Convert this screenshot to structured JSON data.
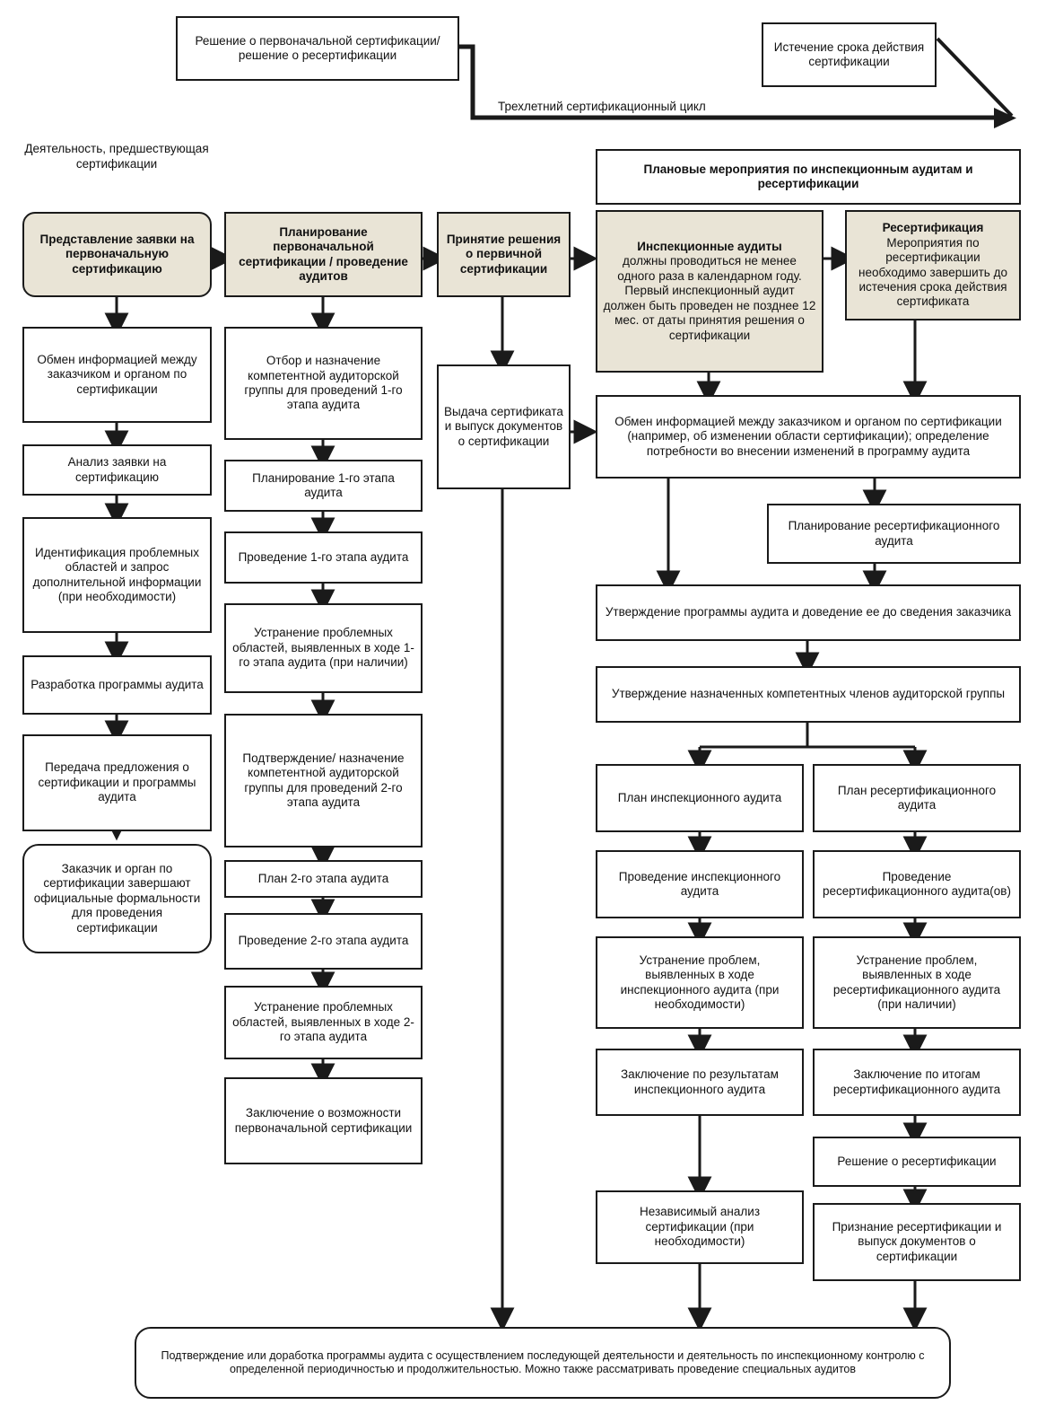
{
  "diagram": {
    "title_top_left": "Решение о первоначальной сертификации/ решение о ресертификации",
    "title_top_right": "Истечение срока действия сертификации",
    "cycle_label": "Трехлетний сертификационный цикл",
    "precert_label": "Деятельность, предшествующая сертификации"
  },
  "stages": {
    "stage1": "Представление заявки на первоначальную сертификацию",
    "stage2": "Планирование первоначальной сертификации / проведение аудитов",
    "stage3": "Принятие решения о первичной сертификации",
    "right_header": "Плановые мероприятия по инспекционным аудитам и ресертификации"
  },
  "right_panels": {
    "surveillance_title": "Инспекционные аудиты",
    "surveillance_body": "должны проводиться не менее одного раза в календарном году. Первый инспекционный аудит должен быть проведен не позднее 12 мес. от даты принятия решения о сертификации",
    "recert_title": "Ресертификация",
    "recert_body": "Мероприятия по ресертификации необходимо завершить до истечения срока действия сертификата"
  },
  "col1": [
    "Обмен информацией между заказчиком и органом по сертификации",
    "Анализ заявки на сертификацию",
    "Идентификация проблемных областей и запрос дополнительной информации (при необходимости)",
    "Разработка программы аудита",
    "Передача предложения о сертификации и программы аудита",
    "Заказчик и орган по сертификации завершают официальные формальности для проведения сертификации"
  ],
  "col2": [
    "Отбор и назначение компетентной аудиторской группы для проведений 1-го этапа аудита",
    "Планирование 1-го этапа аудита",
    "Проведение 1-го этапа аудита",
    "Устранение проблемных областей, выявленных в ходе 1-го этапа аудита (при наличии)",
    "Подтверждение/ назначение компетентной аудиторской группы для проведений 2-го этапа аудита",
    "План 2-го этапа аудита",
    "Проведение 2-го этапа аудита",
    "Устранение проблемных областей, выявленных в ходе 2-го этапа аудита",
    "Заключение о возможности первоначальной сертификации"
  ],
  "col3": [
    "Выдача сертификата и выпуск документов о сертификации"
  ],
  "right_flow": {
    "exchange": "Обмен информацией между заказчиком и органом по сертификации (например, об изменении области сертификации); определение потребности во внесении изменений в программу аудита",
    "recert_planning": "Планирование ресертификационного аудита",
    "approve_program": "Утверждение программы аудита и доведение ее до сведения заказчика",
    "approve_team": "Утверждение назначенных компетентных членов аудиторской группы"
  },
  "surveillance_col": [
    "План инспекционного аудита",
    "Проведение инспекционного аудита",
    "Устранение проблем, выявленных в ходе инспекционного аудита (при необходимости)",
    "Заключение по результатам инспекционного аудита",
    "Независимый анализ сертификации (при необходимости)"
  ],
  "recert_col": [
    "План ресертификационного аудита",
    "Проведение ресертификационного аудита(ов)",
    "Устранение проблем, выявленных в ходе ресертификационного аудита (при наличии)",
    "Заключение по итогам ресертификационного аудита",
    "Решение о ресертификации",
    "Признание ресертификации и выпуск документов о сертификации"
  ],
  "footer": "Подтверждение или доработка программы аудита с осуществлением последующей деятельности и деятельность по инспекционному контролю с определенной периодичностью и продолжительностью. Можно также рассматривать проведение специальных аудитов",
  "colors": {
    "stroke": "#1a1a1a",
    "beige": "#e9e4d6",
    "background": "#ffffff"
  }
}
